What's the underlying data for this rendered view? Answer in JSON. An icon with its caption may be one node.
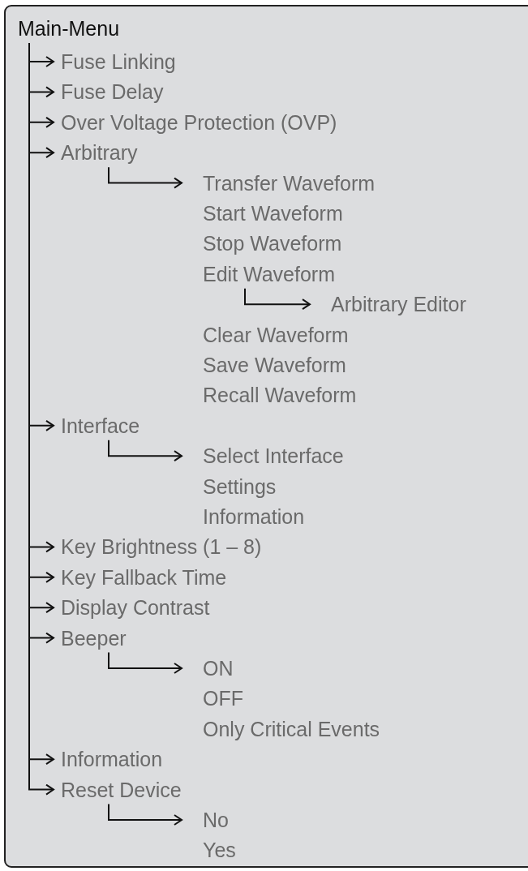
{
  "diagram": {
    "nodes": [
      {
        "text": [
          "Main-Menu"
        ]
      },
      {
        "text": [
          "Fuse Linking"
        ]
      },
      {
        "text": [
          "Fuse Delay"
        ]
      },
      {
        "text": [
          "Over Voltage Protection (OVP)"
        ]
      },
      {
        "text": [
          "Arbitrary"
        ]
      },
      {
        "text": [
          "Transfer Waveform"
        ]
      },
      {
        "text": [
          "Start Waveform"
        ]
      },
      {
        "text": [
          "Stop Waveform"
        ]
      },
      {
        "text": [
          "Edit Waveform"
        ]
      },
      {
        "text": [
          "Arbitrary Editor"
        ]
      },
      {
        "text": [
          "Clear Waveform"
        ]
      },
      {
        "text": [
          "Save Waveform"
        ]
      },
      {
        "text": [
          "Recall Waveform"
        ]
      },
      {
        "text": [
          "Interface"
        ]
      },
      {
        "text": [
          "Select Interface"
        ]
      },
      {
        "text": [
          "Settings"
        ]
      },
      {
        "text": [
          "Information"
        ]
      },
      {
        "text": [
          "Key Brightness (1 – 8)"
        ]
      },
      {
        "text": [
          "Key Fallback Time"
        ]
      },
      {
        "text": [
          "Display Contrast"
        ]
      },
      {
        "text": [
          "Beeper"
        ]
      },
      {
        "text": [
          "ON"
        ]
      },
      {
        "text": [
          "OFF"
        ]
      },
      {
        "text": [
          "Only Critical Events"
        ]
      },
      {
        "text": [
          "Information"
        ]
      },
      {
        "text": [
          "Reset Device"
        ]
      },
      {
        "text": [
          "No"
        ]
      },
      {
        "text": [
          "Yes"
        ]
      }
    ],
    "edges": [
      {
        "from": 0,
        "to": 1,
        "arrow": "to"
      },
      {
        "from": 0,
        "to": 2,
        "arrow": "to"
      },
      {
        "from": 0,
        "to": 3,
        "arrow": "to"
      },
      {
        "from": 0,
        "to": 4,
        "arrow": "to"
      },
      {
        "from": 0,
        "to": 13,
        "arrow": "to"
      },
      {
        "from": 0,
        "to": 17,
        "arrow": "to"
      },
      {
        "from": 0,
        "to": 18,
        "arrow": "to"
      },
      {
        "from": 0,
        "to": 19,
        "arrow": "to"
      },
      {
        "from": 0,
        "to": 20,
        "arrow": "to"
      },
      {
        "from": 0,
        "to": 24,
        "arrow": "to"
      },
      {
        "from": 0,
        "to": 25,
        "arrow": "to"
      },
      {
        "from": 4,
        "to": 5,
        "arrow": "to"
      },
      {
        "from": 8,
        "to": 9,
        "arrow": "to"
      },
      {
        "from": 13,
        "to": 14,
        "arrow": "to"
      },
      {
        "from": 20,
        "to": 21,
        "arrow": "to"
      },
      {
        "from": 25,
        "to": 26,
        "arrow": "to"
      }
    ]
  }
}
